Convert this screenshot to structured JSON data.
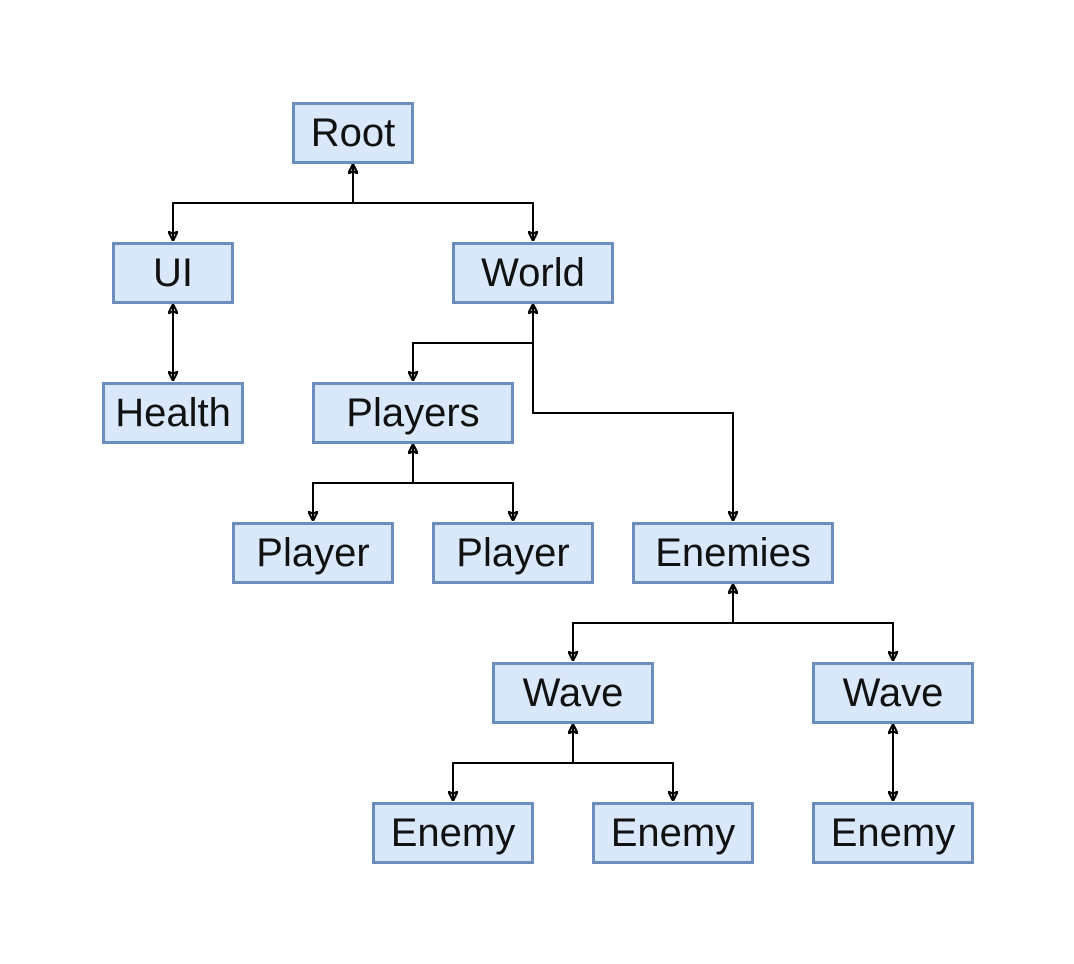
{
  "colors": {
    "node_fill": "#dae8fc",
    "node_border": "#6c8ebf",
    "edge": "#000000"
  },
  "nodes": {
    "root": "Root",
    "ui": "UI",
    "world": "World",
    "health": "Health",
    "players": "Players",
    "player_1": "Player",
    "player_2": "Player",
    "enemies": "Enemies",
    "wave_1": "Wave",
    "wave_2": "Wave",
    "enemy_1": "Enemy",
    "enemy_2": "Enemy",
    "enemy_3": "Enemy"
  },
  "edges": [
    [
      "root",
      "ui"
    ],
    [
      "root",
      "world"
    ],
    [
      "ui",
      "health"
    ],
    [
      "world",
      "players"
    ],
    [
      "world",
      "enemies"
    ],
    [
      "players",
      "player_1"
    ],
    [
      "players",
      "player_2"
    ],
    [
      "enemies",
      "wave_1"
    ],
    [
      "enemies",
      "wave_2"
    ],
    [
      "wave_1",
      "enemy_1"
    ],
    [
      "wave_1",
      "enemy_2"
    ],
    [
      "wave_2",
      "enemy_3"
    ]
  ]
}
